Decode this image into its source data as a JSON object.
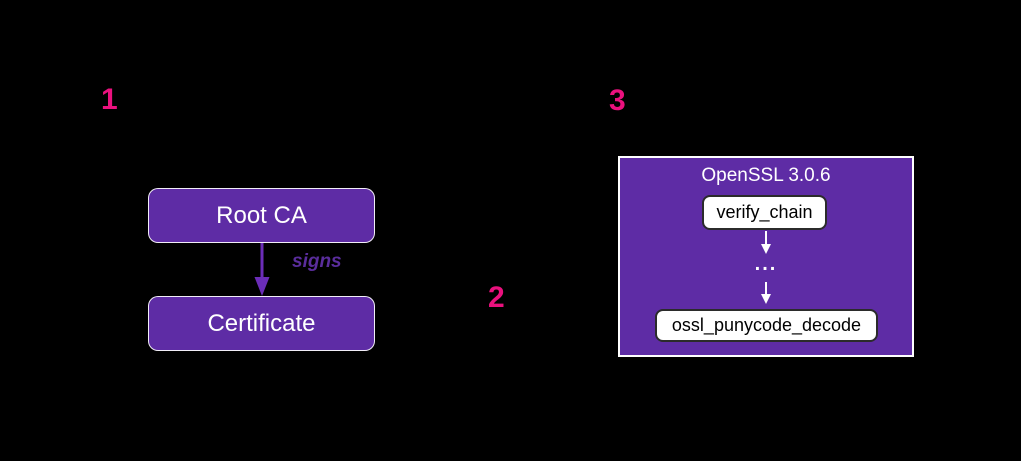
{
  "background": "#000000",
  "colors": {
    "node_fill": "#5e2ca5",
    "node_border": "#ffffff",
    "arrow_purple": "#6b2db8",
    "edge_label_color": "#5a2d9c",
    "step_number_color": "#ea117e",
    "inner_box_fill": "#ffffff",
    "inner_box_border": "#2b2b2b",
    "inner_box_text": "#000000",
    "inner_arrow_white": "#ffffff"
  },
  "steps": [
    {
      "label": "1"
    },
    {
      "label": "2"
    },
    {
      "label": "3"
    }
  ],
  "ca_diagram": {
    "root_ca_label": "Root CA",
    "certificate_label": "Certificate",
    "edge_label": "signs"
  },
  "openssl_diagram": {
    "title": "OpenSSL 3.0.6",
    "top_function": "verify_chain",
    "ellipsis": "...",
    "bottom_function": "ossl_punycode_decode"
  }
}
